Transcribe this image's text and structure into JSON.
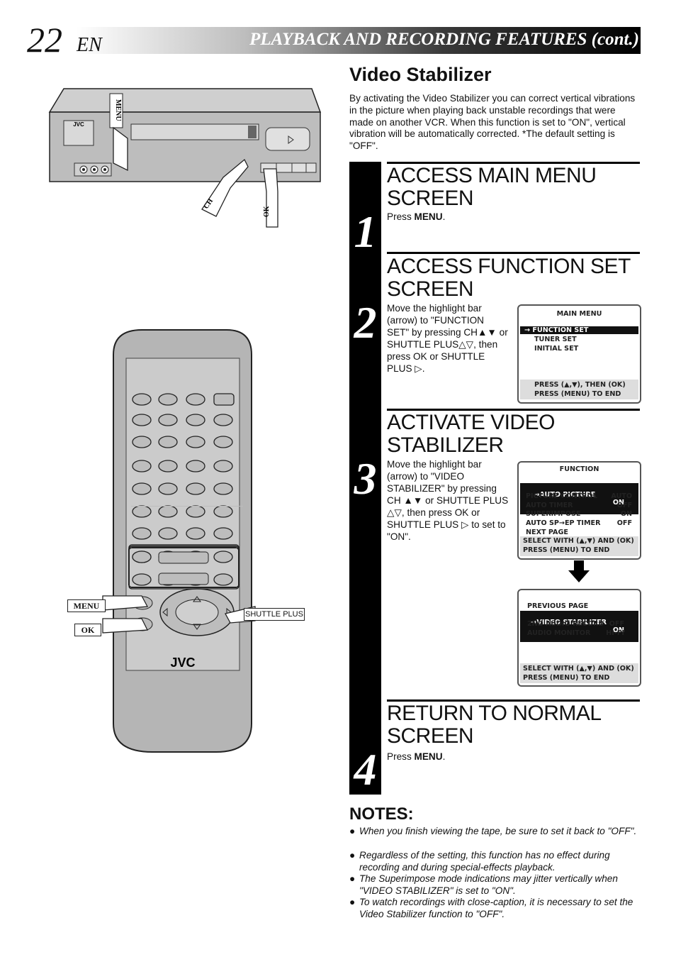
{
  "header": {
    "page_number": "22",
    "lang": "EN",
    "title": "PLAYBACK AND RECORDING FEATURES (cont.)"
  },
  "section": {
    "title": "Video Stabilizer",
    "intro": "By activating the Video Stabilizer you can correct vertical vibrations in the picture when playing back unstable recordings that were made on another VCR. When this function is set to \"ON\", vertical vibration will be automatically corrected. *The default setting is \"OFF\"."
  },
  "steps": [
    {
      "number": "1",
      "heading_line1": "ACCESS MAIN MENU",
      "heading_line2": "SCREEN",
      "text_pre": "Press ",
      "text_bold": "MENU",
      "text_post": "."
    },
    {
      "number": "2",
      "heading_line1": "ACCESS FUNCTION SET",
      "heading_line2": "SCREEN",
      "lines": [
        "Move the highlight bar",
        "(arrow) to \"FUNCTION",
        "SET\" by pressing CH▲▼ or",
        "SHUTTLE PLUS△▽, then",
        "press OK or SHUTTLE",
        "PLUS ▷."
      ]
    },
    {
      "number": "3",
      "heading_line1": "ACTIVATE VIDEO",
      "heading_line2": "STABILIZER",
      "lines": [
        "Move the highlight bar",
        "(arrow) to \"VIDEO",
        "STABILIZER\" by pressing",
        "CH ▲▼ or SHUTTLE PLUS",
        "△▽, then press OK or",
        "SHUTTLE PLUS ▷  to set to",
        "\"ON\"."
      ]
    },
    {
      "number": "4",
      "heading_line1": "RETURN TO NORMAL",
      "heading_line2": "SCREEN",
      "text_pre": "Press ",
      "text_bold": "MENU",
      "text_post": "."
    }
  ],
  "osd_main": {
    "title": "MAIN MENU",
    "items": [
      "→ FUNCTION SET",
      "TUNER SET",
      "INITIAL SET"
    ],
    "foot1": "PRESS (▲,▼), THEN (OK)",
    "foot2": "PRESS (MENU) TO END"
  },
  "osd_function": {
    "title": "FUNCTION",
    "rows": [
      {
        "label": "→AUTO PICTURE",
        "value": "ON"
      },
      {
        "label": "PICTURE CONTROL",
        "value": "AUTO"
      },
      {
        "label": "AUTO TIMER",
        "value": "OFF"
      },
      {
        "label": "SUPERIMPOSE",
        "value": "ON"
      },
      {
        "label": "AUTO SP→EP TIMER",
        "value": "OFF"
      },
      {
        "label": "NEXT PAGE",
        "value": ""
      }
    ],
    "foot1": "SELECT WITH (▲,▼) AND (OK)",
    "foot2": "PRESS (MENU) TO END"
  },
  "osd_function2": {
    "rows": [
      {
        "label": "PREVIOUS PAGE",
        "value": ""
      },
      {
        "label": "→VIDEO STABILIZER",
        "value": "ON"
      },
      {
        "label": "2ND AUDIO RECORD",
        "value": "OFF"
      },
      {
        "label": "AUDIO MONITOR",
        "value": "HI-FI"
      }
    ],
    "foot1": "SELECT WITH (▲,▼) AND (OK)",
    "foot2": "PRESS (MENU) TO END"
  },
  "illustration": {
    "vcr_brand": "JVC",
    "remote_brand": "JVC",
    "labels": {
      "menu": "MENU",
      "ch": "CH",
      "ok": "OK",
      "remote_menu": "MENU",
      "remote_ok": "OK",
      "shuttle_plus": "SHUTTLE PLUS"
    }
  },
  "notes": {
    "title": "NOTES:",
    "items": [
      "When you finish viewing the tape, be sure to set it back to \"OFF\".",
      "Regardless of the setting, this function has no effect during recording and during special-effects playback.",
      "The Superimpose mode indications may jitter vertically when \"VIDEO STABILIZER\" is set to \"ON\".",
      "To watch recordings with close-caption, it is necessary to set the Video Stabilizer function to \"OFF\"."
    ]
  }
}
